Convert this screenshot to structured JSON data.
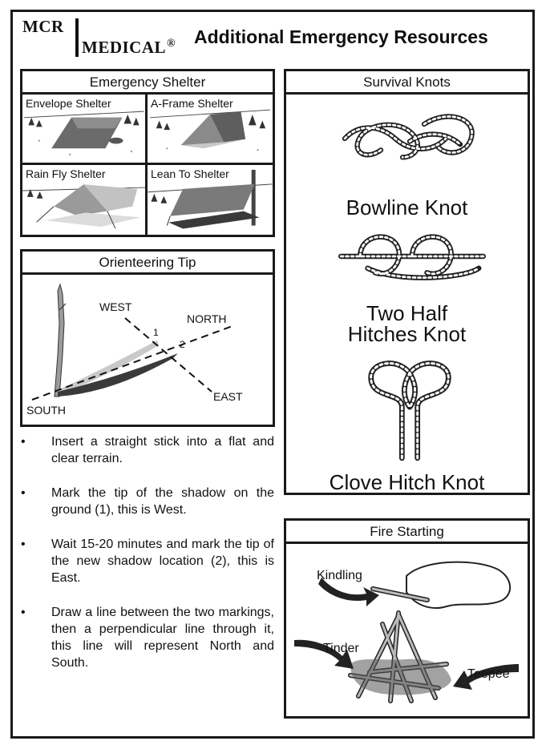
{
  "header": {
    "logo_top": "MCR",
    "logo_bottom": "MEDICAL",
    "logo_mark": "®",
    "title": "Additional Emergency Resources"
  },
  "shelter": {
    "heading": "Emergency Shelter",
    "items": [
      {
        "label": "Envelope Shelter"
      },
      {
        "label": "A-Frame Shelter"
      },
      {
        "label": "Rain Fly Shelter"
      },
      {
        "label": "Lean To Shelter"
      }
    ]
  },
  "orienteering": {
    "heading": "Orienteering Tip",
    "labels": {
      "west": "WEST",
      "north": "NORTH",
      "east": "EAST",
      "south": "SOUTH",
      "mark1": "1",
      "mark2": "2"
    },
    "steps": [
      "Insert a straight stick into a flat and clear terrain.",
      "Mark the tip of the shadow on the ground (1), this is West.",
      "Wait 15-20 minutes and mark the tip of the new shadow location (2), this is East.",
      "Draw a line between the two markings, then a perpendicular line through it, this line will represent North and South."
    ],
    "bullet": "•"
  },
  "knots": {
    "heading": "Survival Knots",
    "items": [
      {
        "line1": "Bowline Knot",
        "line2": ""
      },
      {
        "line1": "Two Half",
        "line2": "Hitches Knot"
      },
      {
        "line1": "Clove Hitch Knot",
        "line2": ""
      }
    ]
  },
  "fire": {
    "heading": "Fire Starting",
    "labels": {
      "kindling": "Kindling",
      "tinder": "Tinder",
      "teepee": "Teepee"
    }
  }
}
